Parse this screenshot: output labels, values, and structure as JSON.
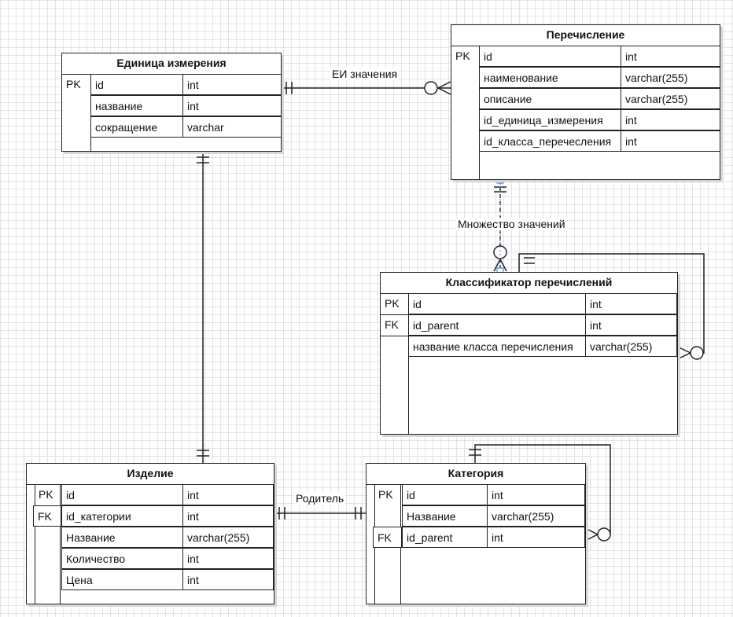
{
  "entities": {
    "unit": {
      "title": "Единица измерения",
      "pk": "PK",
      "rows": [
        {
          "name": "id",
          "type": "int"
        },
        {
          "name": "название",
          "type": "int"
        },
        {
          "name": "сокращение",
          "type": "varchar"
        }
      ]
    },
    "enumeration": {
      "title": "Перечисление",
      "pk": "PK",
      "rows": [
        {
          "name": "id",
          "type": "int"
        },
        {
          "name": "наименование",
          "type": "varchar(255)"
        },
        {
          "name": "описание",
          "type": "varchar(255)"
        },
        {
          "name": "id_единица_измерения",
          "type": "int"
        },
        {
          "name": "id_класса_перечесления",
          "type": "int"
        }
      ]
    },
    "classifier": {
      "title": "Классификатор перечислений",
      "pk": "PK",
      "fk": "FK",
      "rows": [
        {
          "name": "id",
          "type": "int"
        },
        {
          "name": "id_parent",
          "type": "int"
        },
        {
          "name": "название класса перечисления",
          "type": "varchar(255)"
        }
      ]
    },
    "product": {
      "title": "Изделие",
      "pk": "PK",
      "fk": "FK",
      "rows": [
        {
          "name": "id",
          "type": "int"
        },
        {
          "name": "id_категории",
          "type": "int"
        },
        {
          "name": "Название",
          "type": "varchar(255)"
        },
        {
          "name": "Количество",
          "type": "int"
        },
        {
          "name": "Цена",
          "type": "int"
        }
      ]
    },
    "category": {
      "title": "Категория",
      "pk": "PK",
      "fk": "FK",
      "rows": [
        {
          "name": "id",
          "type": "int"
        },
        {
          "name": "Название",
          "type": "varchar(255)"
        },
        {
          "name": "id_parent",
          "type": "int"
        }
      ]
    }
  },
  "relations": {
    "unit_values": "ЕИ значения",
    "value_set": "Множество значений",
    "parent": "Родитель"
  }
}
